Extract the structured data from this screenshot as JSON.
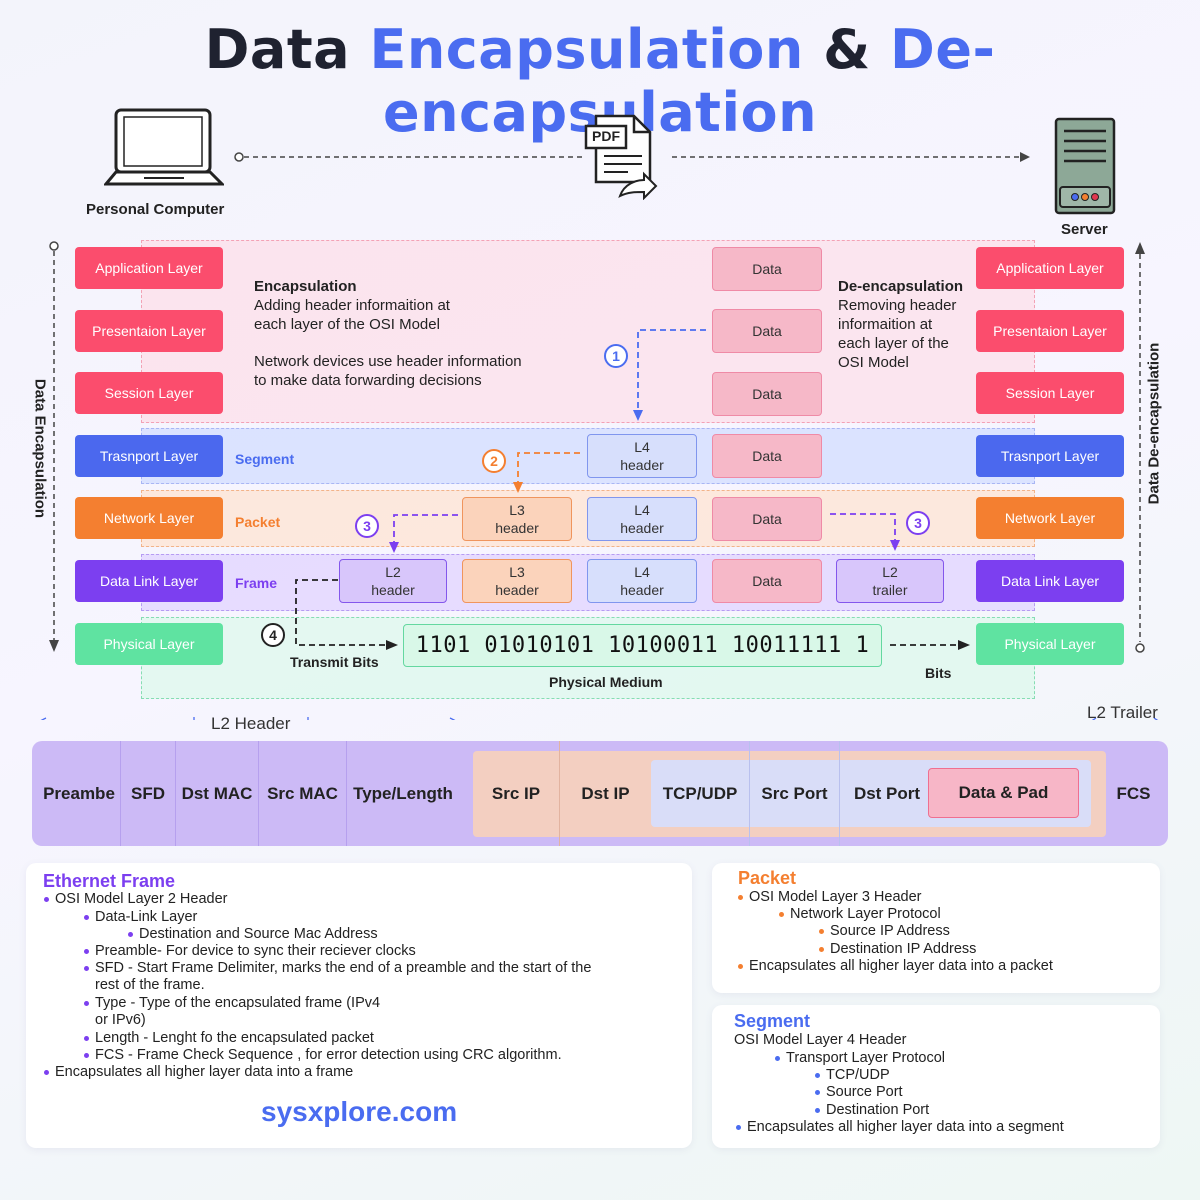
{
  "title": {
    "part1": "Data",
    "part2": "Encapsulation",
    "part3": "&",
    "part4": "De-encapsulation"
  },
  "devices": {
    "left": "Personal Computer",
    "right": "Server",
    "file_icon_text": "PDF"
  },
  "side_labels": {
    "left": "Data Encapsulation",
    "right": "Data De-encapsulation"
  },
  "layers": [
    "Application Layer",
    "Presentaion Layer",
    "Session Layer",
    "Trasnport Layer",
    "Network Layer",
    "Data Link Layer",
    "Physical Layer"
  ],
  "encapsulation_note": {
    "heading": "Encapsulation",
    "line1": "Adding header informaition at",
    "line2": "each layer of the OSI Model",
    "line3": "Network devices use header information",
    "line4": "to make data forwarding decisions"
  },
  "deencapsulation_note": {
    "heading": "De-encapsulation",
    "line1": "Removing header",
    "line2": "informaition at",
    "line3": "each layer of the",
    "line4": "OSI Model"
  },
  "unit_labels": {
    "segment": "Segment",
    "packet": "Packet",
    "frame": "Frame"
  },
  "cells": {
    "data": "Data",
    "l4_a": "L4",
    "l4_b": "header",
    "l3_a": "L3",
    "l3_b": "header",
    "l2_a": "L2",
    "l2_b": "header",
    "l2t_a": "L2",
    "l2t_b": "trailer"
  },
  "steps": [
    "1",
    "2",
    "3",
    "4"
  ],
  "physical": {
    "bits": "1101 01010101 10100011 10011111 1",
    "transmit": "Transmit Bits",
    "medium": "Physical Medium",
    "bits_label": "Bits"
  },
  "frame_labels": {
    "l2_header": "L2 Header",
    "l2_trailer": "L2 Trailer"
  },
  "frame_fields": [
    "Preambe",
    "SFD",
    "Dst MAC",
    "Src MAC",
    "Type/Length",
    "Src IP",
    "Dst IP",
    "TCP/UDP",
    "Src Port",
    "Dst Port",
    "Data & Pad",
    "FCS"
  ],
  "ethernet_card": {
    "title": "Ethernet Frame",
    "items": [
      "OSI Model Layer 2 Header",
      "Data-Link Layer",
      "Destination and Source Mac Address",
      "Preamble- For device to sync their reciever clocks",
      "SFD - Start Frame Delimiter, marks the end of a preamble and the start of the",
      "rest of the frame.",
      "Type - Type of the encapsulated frame (IPv4",
      "or IPv6)",
      "Length - Lenght fo the encapsulated packet",
      "FCS - Frame Check Sequence , for error detection using CRC algorithm.",
      "Encapsulates all higher layer data into a frame"
    ],
    "site": "sysxplore.com"
  },
  "packet_card": {
    "title": "Packet",
    "items": [
      "OSI Model Layer 3 Header",
      "Network Layer Protocol",
      "Source IP Address",
      "Destination IP Address",
      "Encapsulates all higher layer data into a packet"
    ]
  },
  "segment_card": {
    "title": "Segment",
    "items": [
      "OSI Model Layer 4 Header",
      "Transport Layer Protocol",
      "TCP/UDP",
      "Source Port",
      "Destination Port",
      "Encapsulates all higher layer data  into a segment"
    ]
  },
  "colors": {
    "blue": "#4a6cf0",
    "pink": "#fb4d6d",
    "orange": "#f47f30",
    "purple": "#7c3ff0",
    "green": "#5fe3a1"
  }
}
